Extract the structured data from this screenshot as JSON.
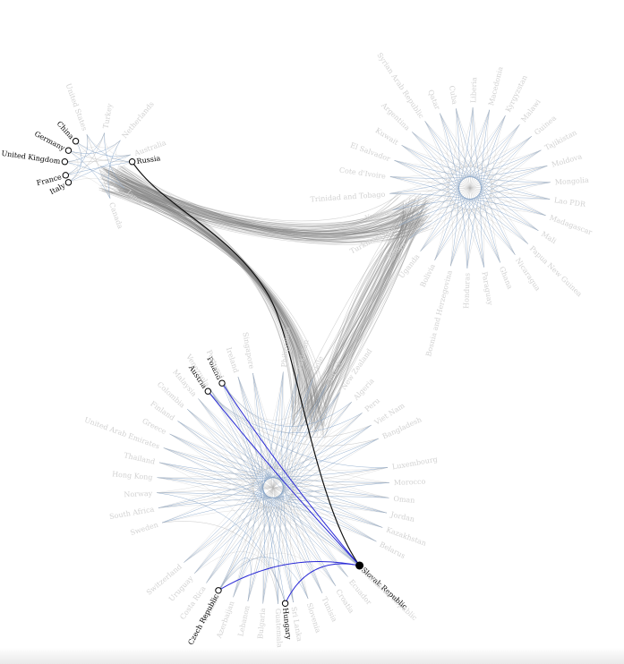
{
  "selected_node": "Slovak Republic",
  "colors": {
    "bundle": "#808080",
    "intra": "#7d9ec4",
    "highlight": "#2a2ad6",
    "label_dim": "#d2d2d2",
    "label_hl": "#000000"
  },
  "clusters": [
    {
      "id": "top-left",
      "labels": [
        "United States",
        "Turkey",
        "Netherlands",
        "Australia",
        "Russia",
        "Japan",
        "Canada",
        "Italy",
        "France",
        "United Kingdom",
        "Germany",
        "China"
      ],
      "highlighted": [
        "China",
        "Germany",
        "United Kingdom",
        "France",
        "Italy",
        "Russia"
      ]
    },
    {
      "id": "right",
      "labels": [
        "Cuba",
        "Liberia",
        "Macedonia",
        "Kyrgyzstan",
        "Malawi",
        "Guinea",
        "Tajikistan",
        "Moldova",
        "Mongolia",
        "Lao PDR",
        "Madagascar",
        "Mali",
        "Papua New Guinea",
        "Nicaragua",
        "Ghana",
        "Paraguay",
        "Honduras",
        "Bosnia and Herzegovina",
        "Bolivia",
        "Uganda",
        "Kenya",
        "Turkmenistan",
        "Yemen",
        "Trinidad and Tobago",
        "Cote d'Ivoire",
        "El Salvador",
        "Kuwait",
        "Argentina",
        "Syrian Arab Republic",
        "Qatar"
      ],
      "highlighted": []
    },
    {
      "id": "bottom",
      "labels": [
        "Slovak Republic",
        "Dominican Republic",
        "Ecuador",
        "Croatia",
        "Tunisia",
        "Slovenia",
        "Sri Lanka",
        "Guatemala",
        "Bulgaria",
        "Lebanon",
        "Azerbaijan",
        "Panama",
        "Costa Rica",
        "Uruguay",
        "Switzerland",
        "Poland",
        "Austria",
        "Sweden",
        "South Africa",
        "Norway",
        "Hong Kong",
        "Thailand",
        "United Arab Emirates",
        "Greece",
        "Finland",
        "Colombia",
        "Malaysia",
        "Venezuela",
        "Portugal",
        "Ireland",
        "Singapore",
        "Czech Republic",
        "Philippines",
        "Pakistan",
        "Chile",
        "Israel",
        "New Zealand",
        "Algeria",
        "Peru",
        "Viet Nam",
        "Bangladesh",
        "Hungary",
        "Luxembourg",
        "Morocco",
        "Oman",
        "Jordan",
        "Kazakhstan",
        "Belarus"
      ],
      "highlighted": [
        "Slovak Republic",
        "Poland",
        "Austria",
        "Czech Republic",
        "Hungary"
      ]
    }
  ]
}
